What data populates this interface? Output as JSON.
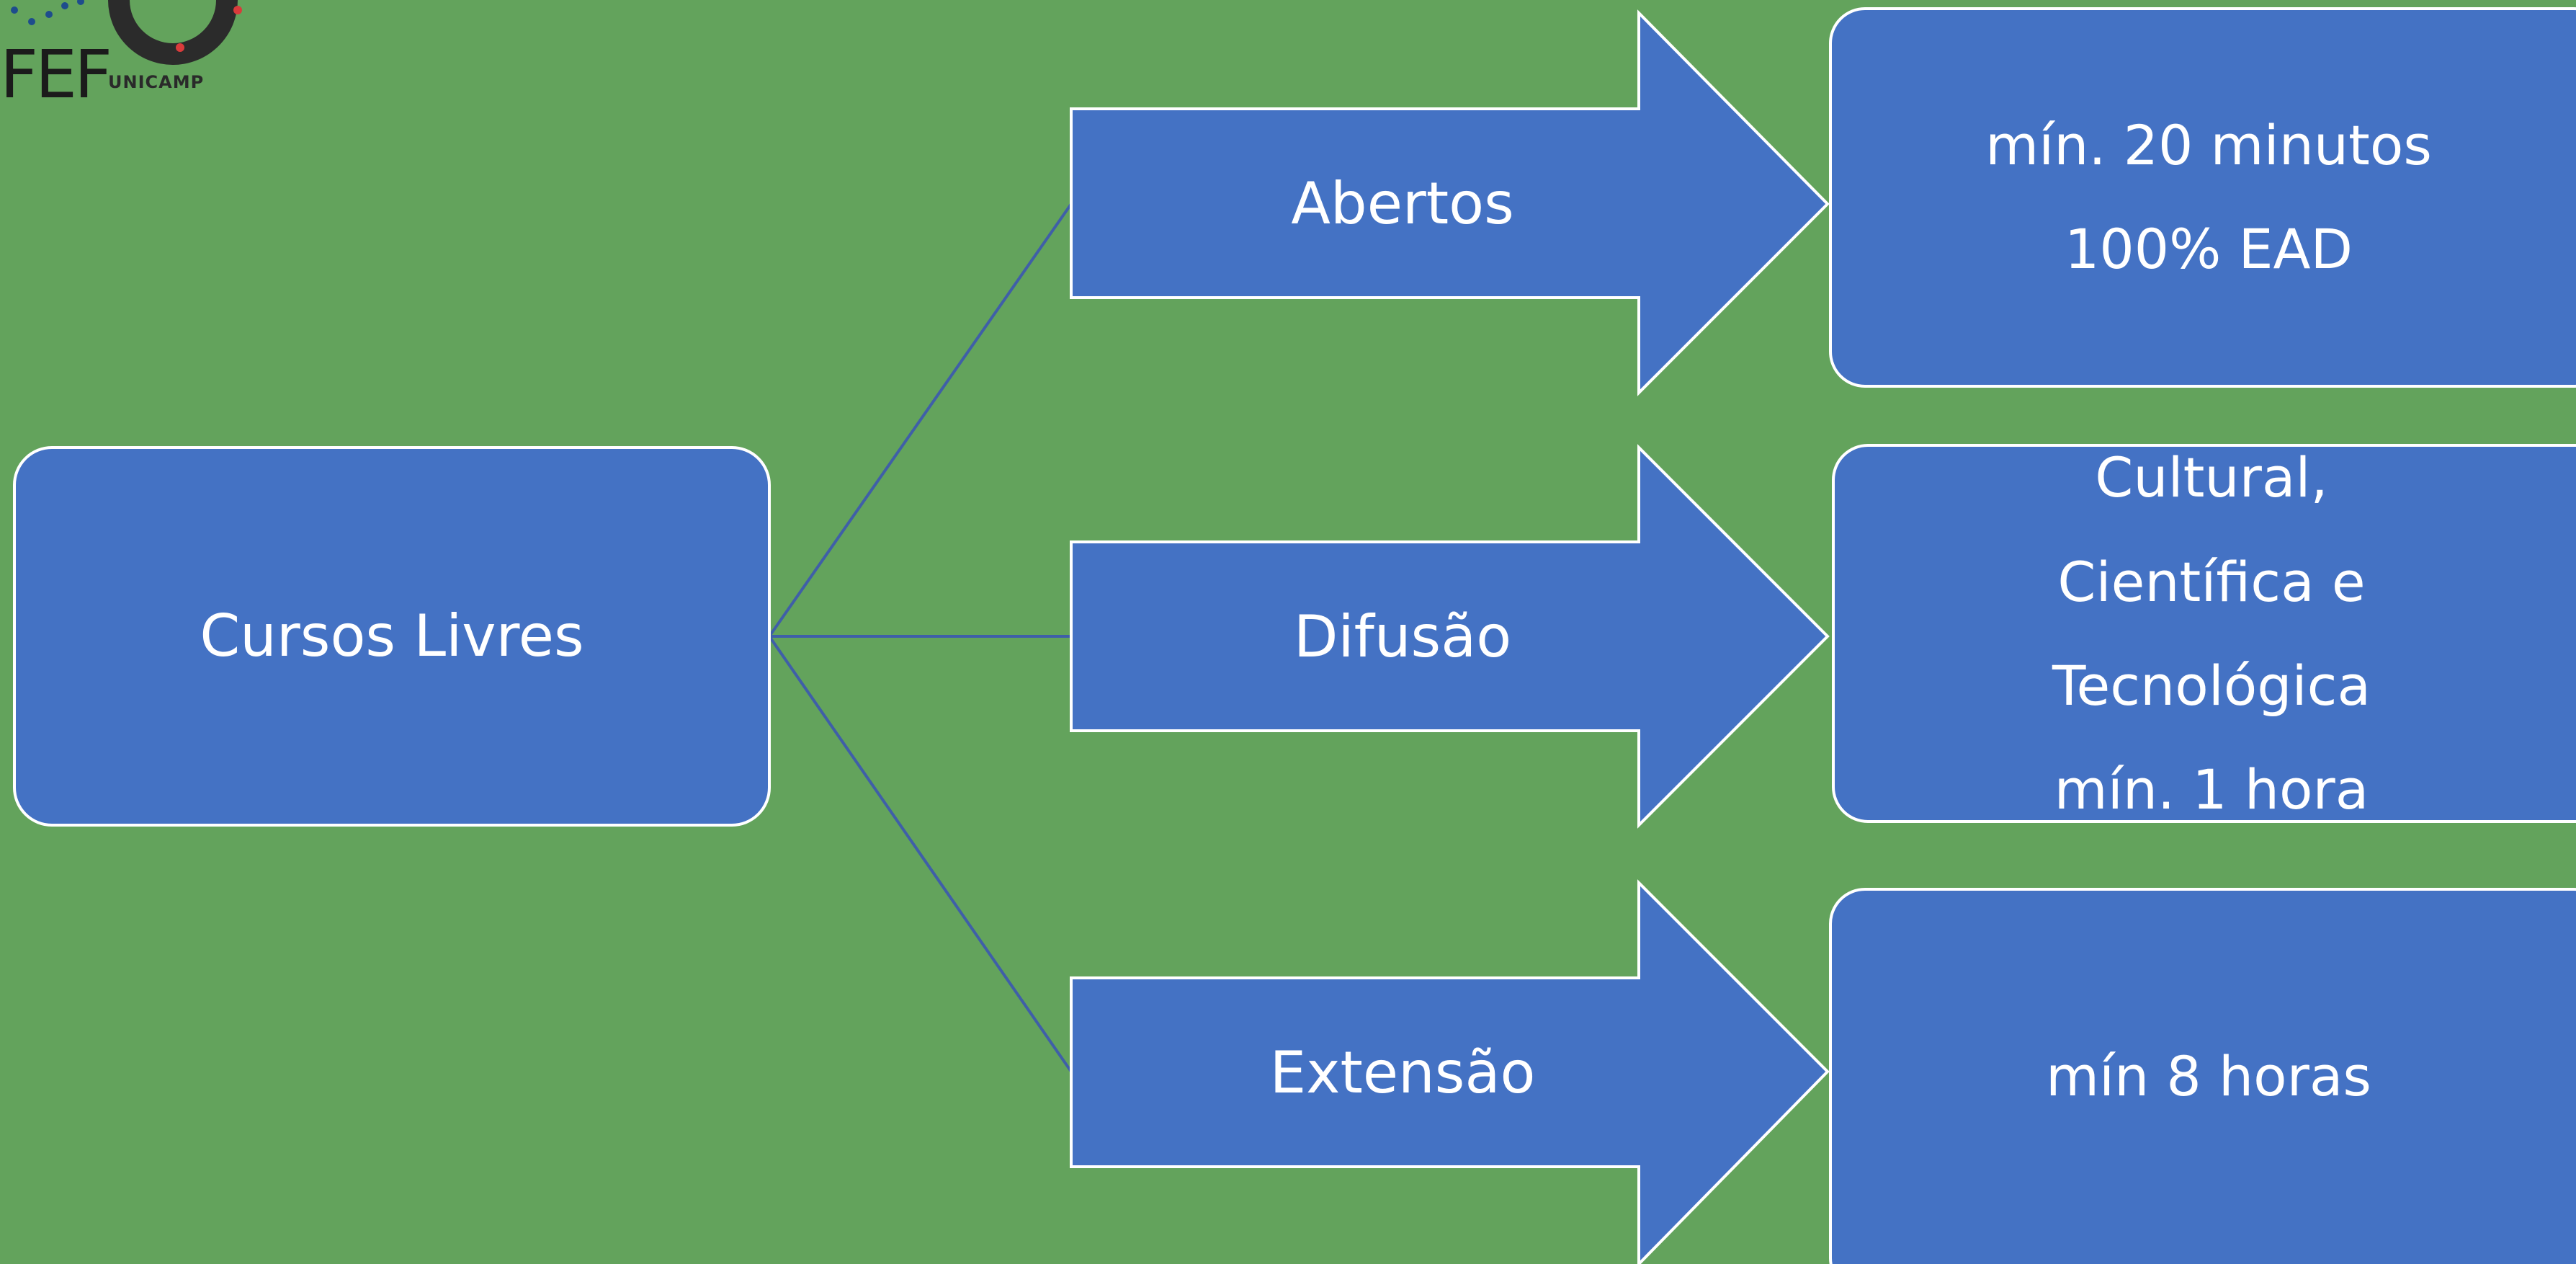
{
  "colors": {
    "background": "#63a35c",
    "shape_fill": "#4472c4",
    "shape_stroke": "#ffffff",
    "connector": "#3f5fa8",
    "text": "#ffffff"
  },
  "logo": {
    "left_text": "FEF",
    "right_text": "UNICAMP"
  },
  "root": {
    "label": "Cursos Livres"
  },
  "branches": [
    {
      "label": "Abertos",
      "details": [
        "mín. 20 minutos",
        "100% EAD"
      ]
    },
    {
      "label": "Difusão",
      "details": [
        "Cultural,",
        "Científica e",
        "Tecnológica",
        "mín. 1 hora"
      ]
    },
    {
      "label": "Extensão",
      "details": [
        "mín 8 horas"
      ]
    }
  ]
}
